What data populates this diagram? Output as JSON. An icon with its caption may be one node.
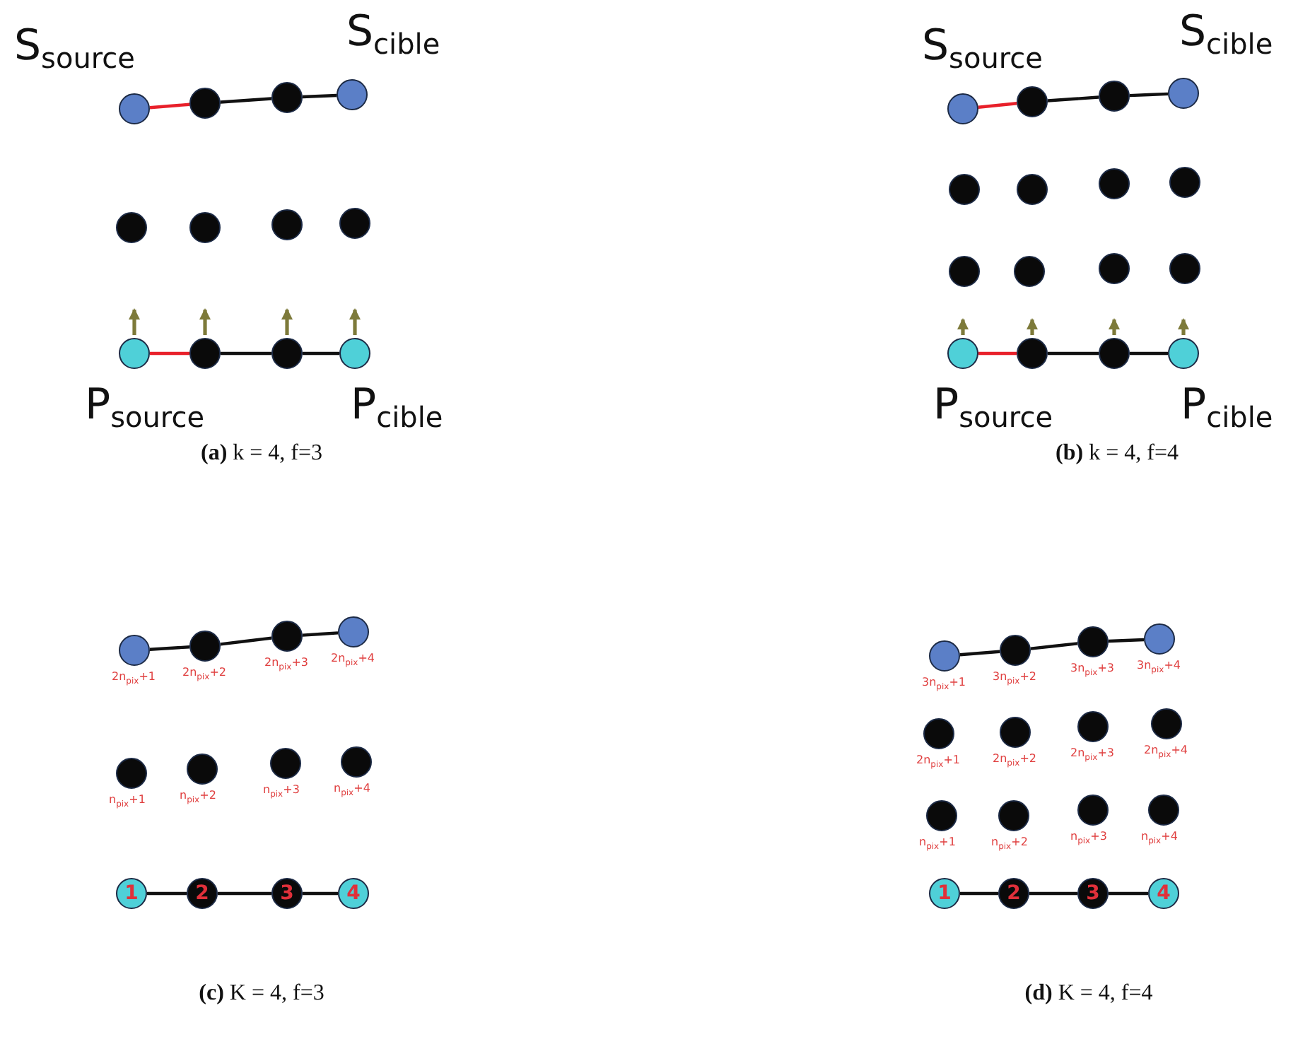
{
  "diagram": {
    "nodes": [
      {
        "text": [],
        "shape": "circle",
        "beside": [
          "S$_{source}$"
        ]
      },
      {
        "text": [],
        "shape": "circle"
      },
      {
        "text": [],
        "shape": "circle"
      },
      {
        "text": [],
        "shape": "circle",
        "beside": [
          "S$_{cible}$"
        ]
      },
      {
        "text": [],
        "shape": "circle"
      },
      {
        "text": [],
        "shape": "circle"
      },
      {
        "text": [],
        "shape": "circle"
      },
      {
        "text": [],
        "shape": "circle"
      },
      {
        "text": [],
        "shape": "circle",
        "beside": [
          "P$_{source}$"
        ]
      },
      {
        "text": [],
        "shape": "circle"
      },
      {
        "text": [],
        "shape": "circle"
      },
      {
        "text": [],
        "shape": "circle",
        "beside": [
          "P$_{cible}$"
        ]
      },
      {
        "text": [],
        "shape": "circle",
        "beside": [
          "S$_{source}$"
        ]
      },
      {
        "text": [],
        "shape": "circle"
      },
      {
        "text": [],
        "shape": "circle"
      },
      {
        "text": [],
        "shape": "circle",
        "beside": [
          "S$_{cible}$"
        ]
      },
      {
        "text": [],
        "shape": "circle"
      },
      {
        "text": [],
        "shape": "circle"
      },
      {
        "text": [],
        "shape": "circle"
      },
      {
        "text": [],
        "shape": "circle"
      },
      {
        "text": [],
        "shape": "circle"
      },
      {
        "text": [],
        "shape": "circle"
      },
      {
        "text": [],
        "shape": "circle"
      },
      {
        "text": [],
        "shape": "circle"
      },
      {
        "text": [],
        "shape": "circle",
        "beside": [
          "P$_{source}$"
        ]
      },
      {
        "text": [],
        "shape": "circle"
      },
      {
        "text": [],
        "shape": "circle"
      },
      {
        "text": [],
        "shape": "circle",
        "beside": [
          "P$_{cible}$"
        ]
      },
      {
        "text": [],
        "shape": "circle",
        "beside": [
          "2n$_{pix}$+1"
        ]
      },
      {
        "text": [],
        "shape": "circle",
        "beside": [
          "2n$_{pix}$+2"
        ]
      },
      {
        "text": [],
        "shape": "circle",
        "beside": [
          "2n$_{pix}$+3"
        ]
      },
      {
        "text": [],
        "shape": "circle",
        "beside": [
          "2n$_{pix}$+4"
        ]
      },
      {
        "text": [],
        "shape": "circle",
        "beside": [
          "n$_{pix}$+1"
        ]
      },
      {
        "text": [],
        "shape": "circle",
        "beside": [
          "n$_{pix}$+2"
        ]
      },
      {
        "text": [],
        "shape": "circle",
        "beside": [
          "n$_{pix}$+3"
        ]
      },
      {
        "text": [],
        "shape": "circle",
        "beside": [
          "n$_{pix}$+4"
        ]
      },
      {
        "text": [
          "1"
        ]
      },
      {
        "text": [
          "2"
        ]
      },
      {
        "text": [
          "3"
        ]
      },
      {
        "text": [
          "4"
        ]
      },
      {
        "text": [],
        "shape": "circle",
        "beside": [
          "3n$_{pix}$+1"
        ]
      },
      {
        "text": [],
        "shape": "circle",
        "beside": [
          "3n$_{pix}$+2"
        ]
      },
      {
        "text": [],
        "shape": "circle",
        "beside": [
          "3n$_{pix}$+3"
        ]
      },
      {
        "text": [],
        "shape": "circle",
        "beside": [
          "3n$_{pix}$+4"
        ]
      },
      {
        "text": [],
        "shape": "circle",
        "beside": [
          "2n$_{pix}$+1"
        ]
      },
      {
        "text": [],
        "shape": "circle",
        "beside": [
          "2n$_{pix}$+2"
        ]
      },
      {
        "text": [],
        "shape": "circle",
        "beside": [
          "2n$_{pix}$+3"
        ]
      },
      {
        "text": [],
        "shape": "circle",
        "beside": [
          "2n$_{pix}$+4"
        ]
      },
      {
        "text": [],
        "shape": "circle",
        "beside": [
          "n$_{pix}$+1"
        ]
      },
      {
        "text": [],
        "shape": "circle",
        "beside": [
          "n$_{pix}$+2"
        ]
      },
      {
        "text": [],
        "shape": "circle",
        "beside": [
          "n$_{pix}$+3"
        ]
      },
      {
        "text": [],
        "shape": "circle",
        "beside": [
          "n$_{pix}$+4"
        ]
      },
      {
        "text": [
          "1"
        ]
      },
      {
        "text": [
          "2"
        ]
      },
      {
        "text": [
          "3"
        ]
      },
      {
        "text": [
          "4"
        ]
      }
    ],
    "edges": [
      {
        "from": 0,
        "to": 1,
        "arrow": "none",
        "color": "#e8202a"
      },
      {
        "from": 1,
        "to": 2,
        "arrow": "none"
      },
      {
        "from": 2,
        "to": 3,
        "arrow": "none"
      },
      {
        "from": 8,
        "to": 9,
        "arrow": "none",
        "color": "#e8202a"
      },
      {
        "from": 9,
        "to": 10,
        "arrow": "none"
      },
      {
        "from": 10,
        "to": 11,
        "arrow": "none"
      },
      {
        "from": 12,
        "to": 13,
        "arrow": "none",
        "color": "#e8202a"
      },
      {
        "from": 13,
        "to": 14,
        "arrow": "none"
      },
      {
        "from": 14,
        "to": 15,
        "arrow": "none"
      },
      {
        "from": 24,
        "to": 25,
        "arrow": "none",
        "color": "#e8202a"
      },
      {
        "from": 25,
        "to": 26,
        "arrow": "none"
      },
      {
        "from": 26,
        "to": 27,
        "arrow": "none"
      },
      {
        "from": 28,
        "to": 29,
        "arrow": "none"
      },
      {
        "from": 29,
        "to": 30,
        "arrow": "none"
      },
      {
        "from": 30,
        "to": 31,
        "arrow": "none"
      },
      {
        "from": 36,
        "to": 37,
        "arrow": "none"
      },
      {
        "from": 37,
        "to": 38,
        "arrow": "none"
      },
      {
        "from": 38,
        "to": 39,
        "arrow": "none"
      },
      {
        "from": 40,
        "to": 41,
        "arrow": "none"
      },
      {
        "from": 41,
        "to": 42,
        "arrow": "none"
      },
      {
        "from": 42,
        "to": 43,
        "arrow": "none"
      },
      {
        "from": 52,
        "to": 53,
        "arrow": "none"
      },
      {
        "from": 53,
        "to": 54,
        "arrow": "none"
      },
      {
        "from": 54,
        "to": 55,
        "arrow": "none"
      }
    ],
    "labels": [
      "**(a)** k = 4, f=3",
      "**(b)** k = 4, f=4",
      "**(c)** K = 4, f=3",
      "**(d)** K = 4, f=4"
    ]
  }
}
